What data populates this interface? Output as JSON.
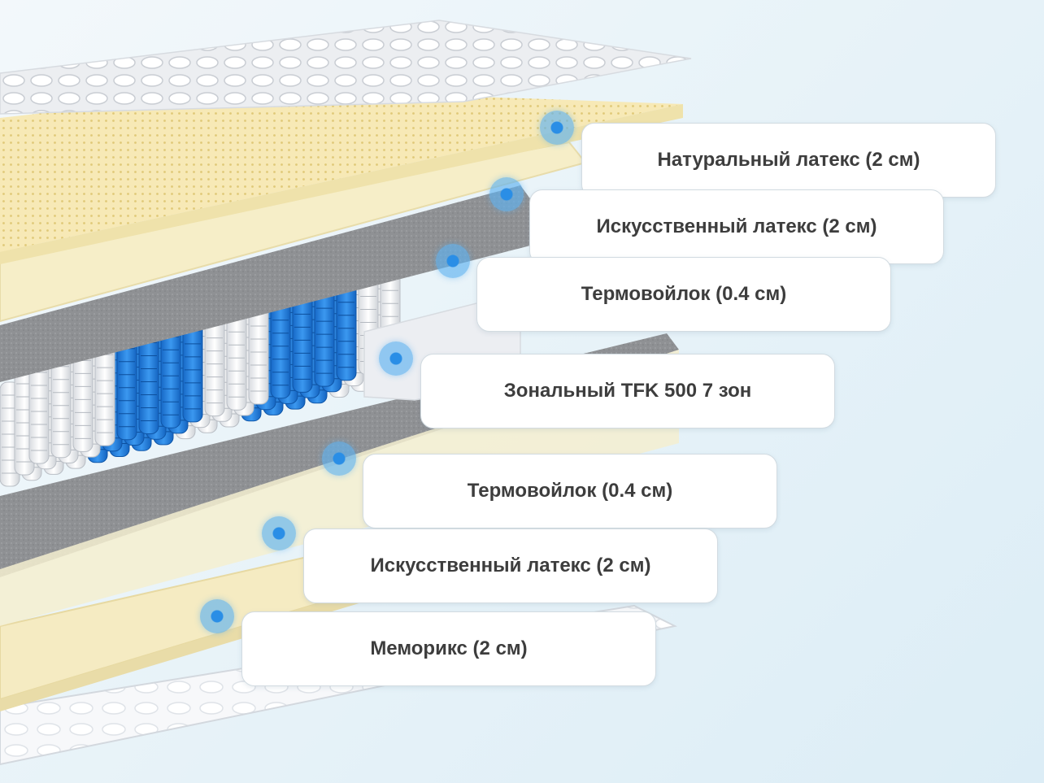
{
  "layers": [
    {
      "label": "Натуральный латекс (2 см)"
    },
    {
      "label": "Искусственный латекс (2 см)"
    },
    {
      "label": "Термовойлок (0.4 см)"
    },
    {
      "label": "Зональный TFK 500 7 зон"
    },
    {
      "label": "Термовойлок (0.4 см)"
    },
    {
      "label": "Искусственный латекс (2 см)"
    },
    {
      "label": "Меморикс (2 см)"
    }
  ],
  "colors": {
    "marker": "#2a8ee6",
    "latex": "#f6ecbf",
    "felt": "#8d8f92",
    "spring_blue": "#1f7fe0",
    "spring_white": "#f4f5f7"
  }
}
